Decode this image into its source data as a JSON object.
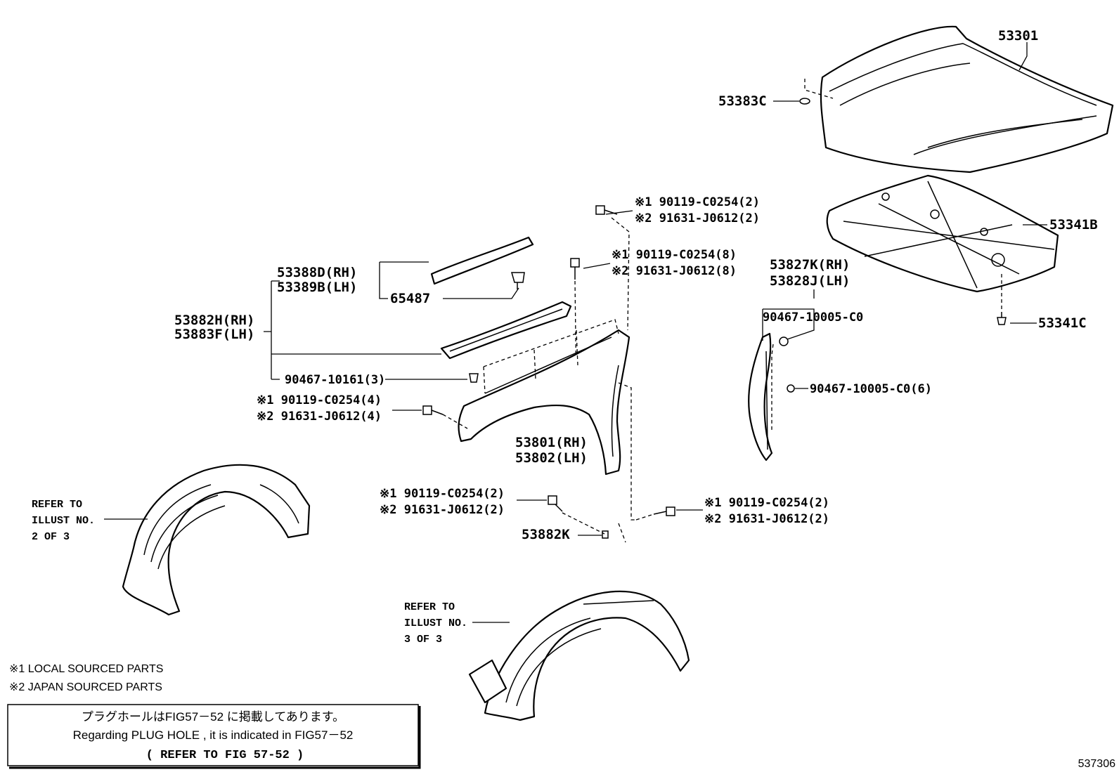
{
  "labels": {
    "hood": "53301",
    "hood_cushion": "53383C",
    "insulator": "53341B",
    "insulator_clip": "53341C",
    "seal_rh": "53827K(RH)",
    "seal_lh": "53828J(LH)",
    "clip_904_a": "90467-10005-C0",
    "clip_904_b": "90467-10005-C0(6)",
    "bolt_top_a": "※1 90119-C0254(2)",
    "bolt_top_b": "※2 91631-J0612(2)",
    "bolt_mid_a": "※1 90119-C0254(8)",
    "bolt_mid_b": "※2 91631-J0612(8)",
    "protector_rh": "53388D(RH)",
    "protector_lh": "53389B(LH)",
    "clip_65487": "65487",
    "liner_rh": "53882H(RH)",
    "liner_lh": "53883F(LH)",
    "clip_90467_10161": "90467-10161(3)",
    "bolt_left_a": "※1 90119-C0254(4)",
    "bolt_left_b": "※2 91631-J0612(4)",
    "fender_rh": "53801(RH)",
    "fender_lh": "53802(LH)",
    "bolt_low_a": "※1 90119-C0254(2)",
    "bolt_low_b": "※2 91631-J0612(2)",
    "nut_53882k": "53882K",
    "bolt_right_a": "※1 90119-C0254(2)",
    "bolt_right_b": "※2 91631-J0612(2)",
    "refer_left_1": "REFER TO",
    "refer_left_2": "ILLUST NO.",
    "refer_left_3": "2 OF 3",
    "refer_bottom_1": "REFER TO",
    "refer_bottom_2": "ILLUST NO.",
    "refer_bottom_3": "3 OF 3"
  },
  "notes": {
    "local": "※1 LOCAL SOURCED PARTS",
    "japan": "※2 JAPAN SOURCED PARTS"
  },
  "box": {
    "line1": "プラグホールはFIG57－52 に掲載してあります。",
    "line2": "Regarding PLUG HOLE , it is indicated in FIG57－52",
    "line3": "(    REFER TO FIG 57-52    )"
  },
  "figure_id": "537306"
}
